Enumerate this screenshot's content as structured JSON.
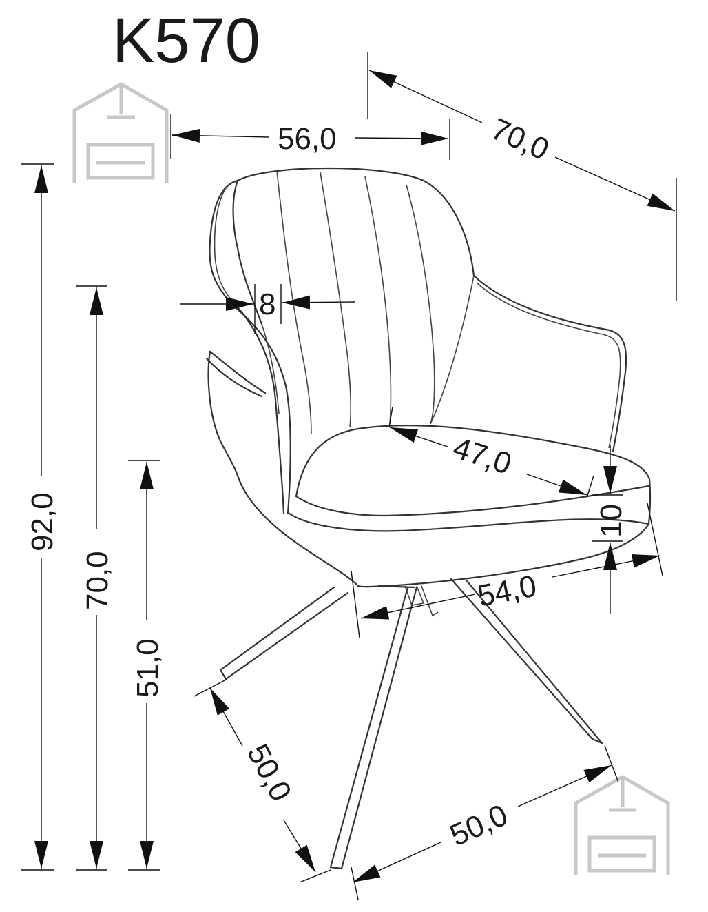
{
  "title": "K570",
  "dimensions": {
    "width": "56,0",
    "depth": "70,0",
    "total_height": "92,0",
    "armrest_height": "70,0",
    "seat_height": "51,0",
    "backrest_thickness": "8",
    "seat_depth": "47,0",
    "seat_thickness": "10",
    "seat_width": "54,0",
    "base_depth": "50,0",
    "base_width": "50,0"
  },
  "icons": {
    "logo": "furniture-house-logo"
  }
}
